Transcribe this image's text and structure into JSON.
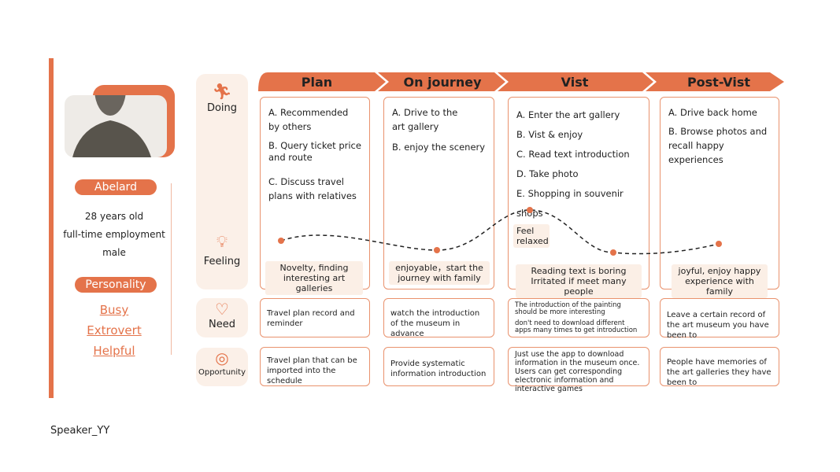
{
  "persona": {
    "name": "Abelard",
    "age": "28 years old",
    "job": "full-time employment",
    "gender": "male",
    "personality_label": "Personality",
    "traits": [
      "Busy",
      "Extrovert",
      "Helpful"
    ]
  },
  "rows": {
    "doing": "Doing",
    "feeling": "Feeling",
    "need": "Need",
    "opportunity": "Opportunity"
  },
  "stages": [
    {
      "title": "Plan",
      "doing": [
        "A. Recommended by others",
        "B. Query ticket price and route",
        "C. Discuss travel plans with relatives"
      ],
      "feeling": "Novelty, finding interesting art galleries",
      "need": "Travel plan record and reminder",
      "opportunity": "Travel plan that can be imported into the schedule"
    },
    {
      "title": "On journey",
      "doing": [
        "A. Drive to the art gallery",
        "B. enjoy the scenery"
      ],
      "feeling": "enjoyable，start the journey with family",
      "need": "watch the introduction of the museum in advance",
      "opportunity": "Provide systematic information introduction"
    },
    {
      "title": "Vist",
      "doing": [
        "A. Enter the art gallery",
        "B. Vist & enjoy",
        "C. Read text introduction",
        "D. Take photo",
        "E. Shopping in souvenir shops"
      ],
      "feeling_high": "Feel relaxed",
      "feeling": "Reading text is boring Irritated if meet many people",
      "need": [
        "The introduction of the painting should be more interesting",
        "don't need to download different apps many times to get introduction"
      ],
      "opportunity": "Just use the app to download information in the museum once. Users can get corresponding electronic information and interactive games"
    },
    {
      "title": "Post-Vist",
      "doing": [
        "A. Drive back home",
        "B. Browse photos and recall happy experiences"
      ],
      "feeling": "joyful, enjoy happy experience with family",
      "need": "Leave a certain record of the art museum you have been to",
      "opportunity": "People have memories of the art galleries they have been to"
    }
  ],
  "footer": "Speaker_YY",
  "colors": {
    "accent": "#e4734a",
    "light": "#fbf0e8"
  }
}
